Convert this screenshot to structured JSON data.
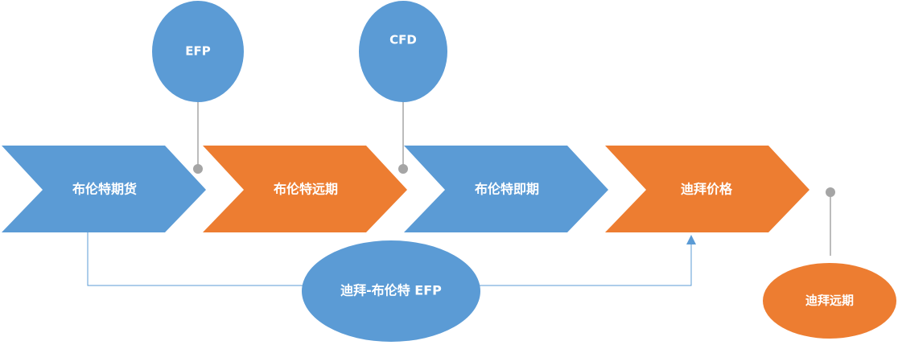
{
  "chevrons": [
    {
      "label": "布伦特期货",
      "color": "#5b9bd5"
    },
    {
      "label": "布伦特远期",
      "color": "#ed7d31"
    },
    {
      "label": "布伦特即期",
      "color": "#5b9bd5"
    },
    {
      "label": "迪拜价格",
      "color": "#ed7d31"
    }
  ],
  "bubbles": {
    "efp": "EFP",
    "cfd": "CFD",
    "dubai_forward": "迪拜远期",
    "dubai_brent_efp": "迪拜-布伦特 EFP"
  },
  "colors": {
    "blue": "#5b9bd5",
    "orange": "#ed7d31",
    "gray": "#a5a5a5",
    "text": "#ffffff"
  }
}
